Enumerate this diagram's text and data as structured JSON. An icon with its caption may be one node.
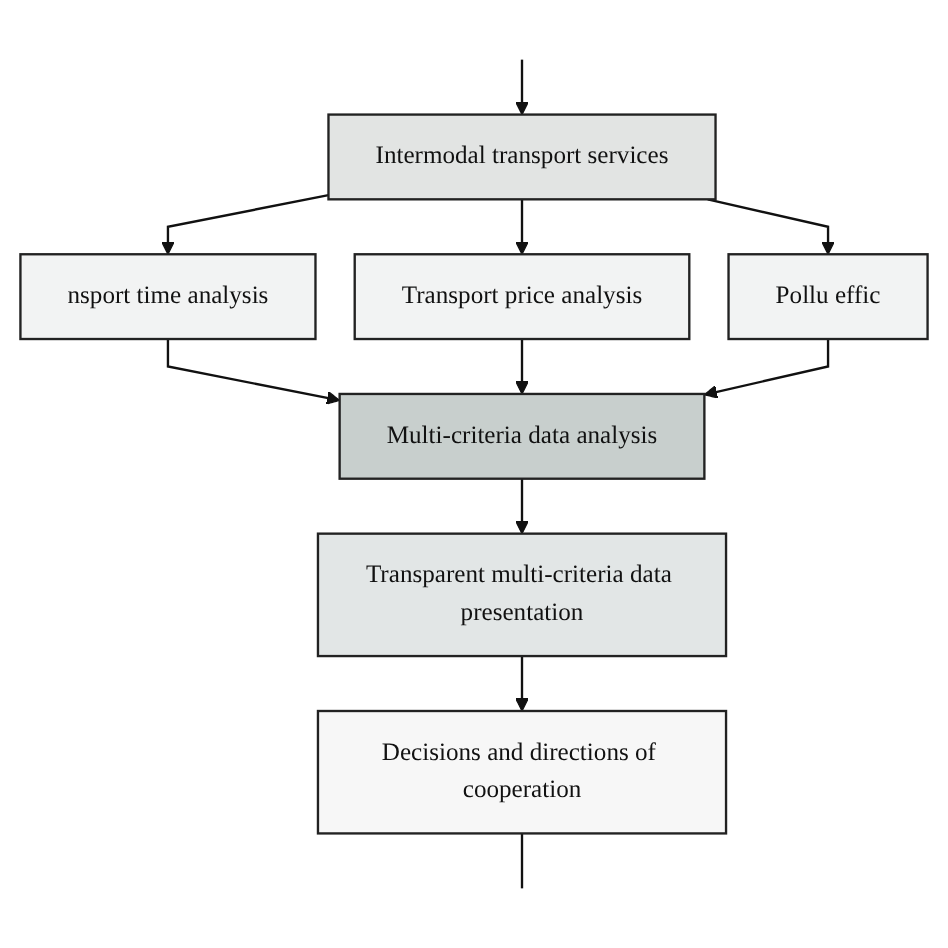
{
  "diagram": {
    "nodes": [
      {
        "text": [
          "Intermodal transport services"
        ]
      },
      {
        "text": [
          "nsport time analysis"
        ]
      },
      {
        "text": [
          "Transport price analysis"
        ]
      },
      {
        "text": [
          "Pollu effic"
        ]
      },
      {
        "text": [
          "Multi-criteria data analysis"
        ]
      },
      {
        "text": [
          "Transparent multi-criteria data presentation"
        ]
      },
      {
        "text": [
          "Decisions and directions of cooperation"
        ]
      }
    ],
    "edges": [
      {
        "from": null,
        "to": 0,
        "arrow": "to"
      },
      {
        "from": 0,
        "to": 1,
        "arrow": "to"
      },
      {
        "from": 0,
        "to": 2,
        "arrow": "to"
      },
      {
        "from": 0,
        "to": 3,
        "arrow": "to"
      },
      {
        "from": 1,
        "to": 4,
        "arrow": "to"
      },
      {
        "from": 2,
        "to": 4,
        "arrow": "to"
      },
      {
        "from": 3,
        "to": 4,
        "arrow": "to"
      },
      {
        "from": 4,
        "to": 5,
        "arrow": "to"
      },
      {
        "from": 5,
        "to": 6,
        "arrow": "to"
      },
      {
        "from": 6,
        "to": null,
        "arrow": "none"
      }
    ]
  }
}
